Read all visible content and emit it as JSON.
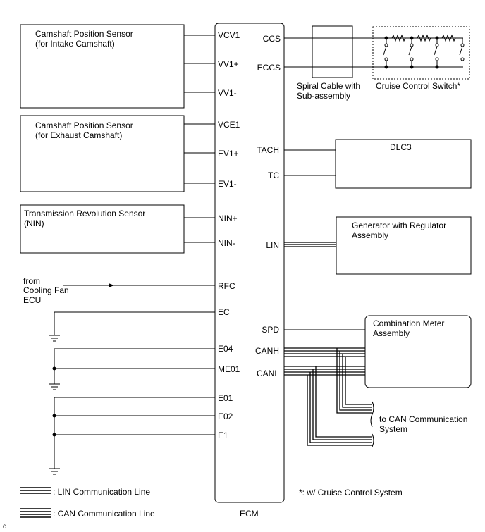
{
  "ecm": {
    "label": "ECM",
    "pins_left": [
      "VCV1",
      "VV1+",
      "VV1-",
      "VCE1",
      "EV1+",
      "EV1-",
      "NIN+",
      "NIN-",
      "RFC",
      "EC",
      "E04",
      "ME01",
      "E01",
      "E02",
      "E1"
    ],
    "pins_right": [
      "CCS",
      "ECCS",
      "TACH",
      "TC",
      "LIN",
      "SPD",
      "CANH",
      "CANL"
    ]
  },
  "components": {
    "cam_intake": {
      "line1": "Camshaft Position Sensor",
      "line2": "(for Intake Camshaft)"
    },
    "cam_exhaust": {
      "line1": "Camshaft Position Sensor",
      "line2": "(for Exhaust Camshaft)"
    },
    "nin_sensor": {
      "line1": "Transmission Revolution Sensor",
      "line2": "(NIN)"
    },
    "cooling_fan": {
      "line1": "from",
      "line2": "Cooling Fan",
      "line3": "ECU"
    },
    "spiral_cable": {
      "line1": "Spiral Cable with",
      "line2": "Sub-assembly"
    },
    "cruise_switch": {
      "label": "Cruise Control Switch*"
    },
    "dlc3": {
      "label": "DLC3"
    },
    "generator": {
      "line1": "Generator with Regulator",
      "line2": "Assembly"
    },
    "combination_meter": {
      "line1": "Combination Meter",
      "line2": "Assembly"
    },
    "can_system": {
      "line1": "to CAN Communication",
      "line2": "System"
    }
  },
  "legend": {
    "lin": ": LIN Communication Line",
    "can": ": CAN Communication Line"
  },
  "footnote": "*: w/ Cruise Control System",
  "corner_code": "d"
}
